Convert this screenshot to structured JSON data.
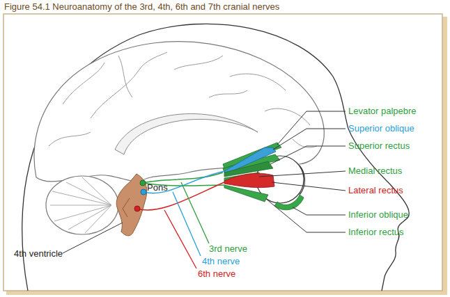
{
  "diagram": {
    "title": "Figure 54.1  Neuroanatomy of the 3rd, 4th, 6th and 7th cranial nerves",
    "labels": [
      "Levator palpebre",
      "Superior oblique",
      "Superior rectus",
      "Medial rectus",
      "Lateral rectus",
      "Inferior oblique",
      "Inferior rectus",
      "Pons",
      "4th ventricle",
      "3rd nerve",
      "4th nerve",
      "6th nerve"
    ]
  }
}
